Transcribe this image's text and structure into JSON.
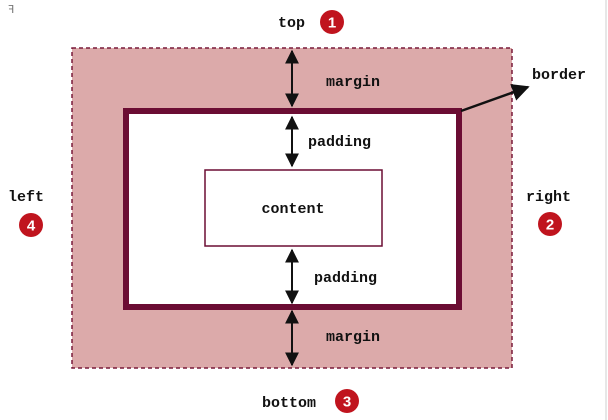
{
  "colors": {
    "margin_fill": "#dcaaaa",
    "margin_outline": "#7a1a3a",
    "border": "#6b0d33",
    "badge": "#c0141e",
    "arrow": "#111111"
  },
  "corner_glyph": "ꟻ",
  "sides": {
    "top": {
      "label": "top",
      "number": "1"
    },
    "right": {
      "label": "right",
      "number": "2"
    },
    "bottom": {
      "label": "bottom",
      "number": "3"
    },
    "left": {
      "label": "left",
      "number": "4"
    }
  },
  "layers": {
    "margin_top": "margin",
    "margin_bottom": "margin",
    "padding_top": "padding",
    "padding_bottom": "padding",
    "border": "border",
    "content": "content"
  }
}
